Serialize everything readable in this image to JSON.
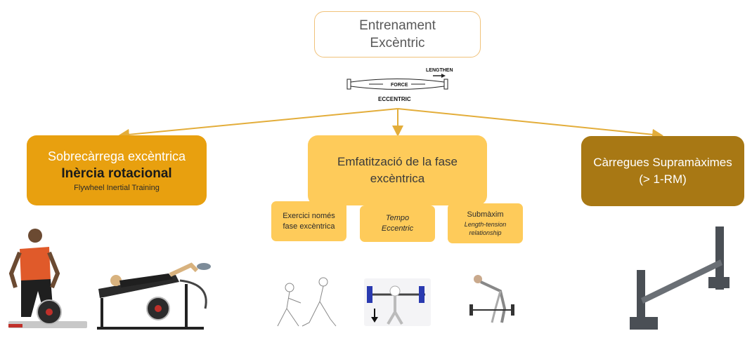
{
  "top": {
    "line1": "Entrenament",
    "line2": "Excèntric"
  },
  "muscle_diagram": {
    "label_lengthen": "LENGTHEN",
    "label_force": "FORCE",
    "label_eccentric": "ECCENTRIC"
  },
  "left": {
    "line1": "Sobrecàrrega excèntrica",
    "line2": "Inèrcia rotacional",
    "line3": "Flywheel Inertial Training"
  },
  "middle": {
    "line1": "Emfatització de la fase",
    "line2": "excèntrica"
  },
  "right": {
    "line1": "Càrregues Supramàximes",
    "line2": "(> 1-RM)"
  },
  "sub_boxes": [
    {
      "line1": "Exercici només",
      "line2": "fase excèntrica"
    },
    {
      "line1": "Tempo",
      "line2": "Eccentric"
    },
    {
      "line1": "Submàxim",
      "line2": "Length-tension",
      "line3": "relationship"
    }
  ],
  "colors": {
    "arrow": "#e3ad3a",
    "left_box": "#e8a00f",
    "mid_box": "#fecb5a",
    "right_box": "#a87814",
    "top_border": "#f0c27a"
  }
}
